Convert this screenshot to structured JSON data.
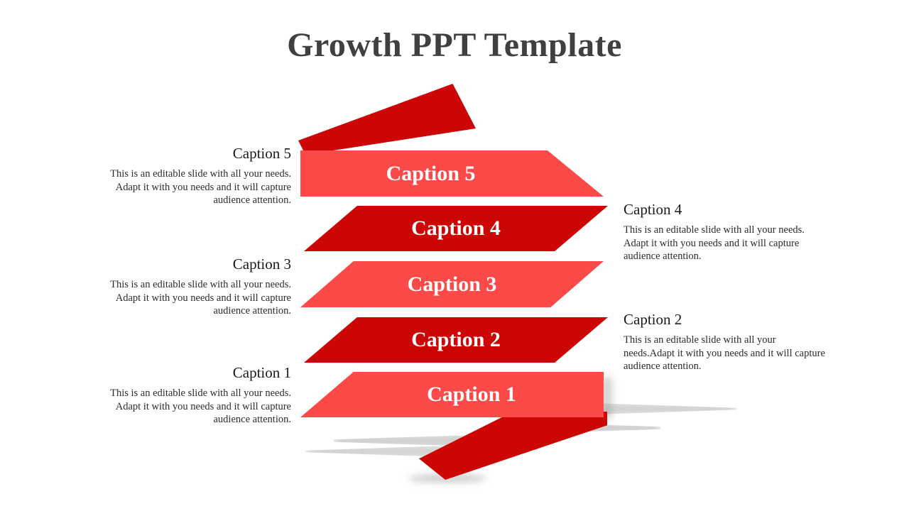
{
  "slide": {
    "title": "Growth PPT Template",
    "background_color": "#ffffff",
    "title_color": "#404040"
  },
  "palette": {
    "light_red": "#fc4a48",
    "dark_red": "#cc0505",
    "band_text": "#ffffff",
    "heading_text": "#1a1a1a",
    "body_text": "#2b2b2b",
    "shadow": "#9a9a9a"
  },
  "bands": [
    {
      "id": "band-5",
      "label": "Caption 5",
      "color": "#fc4a48",
      "order": 5
    },
    {
      "id": "band-4",
      "label": "Caption 4",
      "color": "#cc0505",
      "order": 4
    },
    {
      "id": "band-3",
      "label": "Caption 3",
      "color": "#fc4a48",
      "order": 3
    },
    {
      "id": "band-2",
      "label": "Caption 2",
      "color": "#cc0505",
      "order": 2
    },
    {
      "id": "band-1",
      "label": "Caption 1",
      "color": "#fc4a48",
      "order": 1
    }
  ],
  "captions": {
    "c5": {
      "heading": "Caption 5",
      "body": "This is an editable slide with all your needs. Adapt it with you needs and it will capture audience attention.",
      "side": "left"
    },
    "c4": {
      "heading": "Caption 4",
      "body": "This is an editable slide with all your needs. Adapt it with you needs and it will capture audience attention.",
      "side": "right"
    },
    "c3": {
      "heading": "Caption 3",
      "body": "This is an editable slide with all your needs. Adapt it with you needs and it will capture audience attention.",
      "side": "left"
    },
    "c2": {
      "heading": "Caption 2",
      "body": "This is an editable slide with all your needs.Adapt it with you needs and it will capture audience attention.",
      "side": "right"
    },
    "c1": {
      "heading": "Caption 1",
      "body": "This is an editable slide with all your needs. Adapt it with you needs and it will capture audience attention.",
      "side": "left"
    }
  },
  "decorations": {
    "tail_top": "ribbon-tail-top",
    "tail_bottom": "ribbon-tail-bottom"
  }
}
